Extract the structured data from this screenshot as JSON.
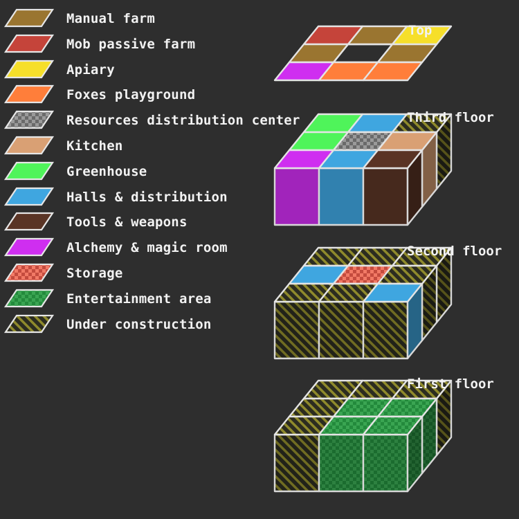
{
  "legend": [
    {
      "key": "manual",
      "label": "Manual farm",
      "color": "#9a7530",
      "pattern": "solid"
    },
    {
      "key": "mob",
      "label": "Mob passive farm",
      "color": "#c5443a",
      "pattern": "solid"
    },
    {
      "key": "apiary",
      "label": "Apiary",
      "color": "#f6df2a",
      "pattern": "solid"
    },
    {
      "key": "foxes",
      "label": "Foxes playground",
      "color": "#ff7e3a",
      "pattern": "solid"
    },
    {
      "key": "resources",
      "label": "Resources distribution center",
      "color": "#8a8a8a",
      "pattern": "checker"
    },
    {
      "key": "kitchen",
      "label": "Kitchen",
      "color": "#d9a074",
      "pattern": "solid"
    },
    {
      "key": "greenhouse",
      "label": "Greenhouse",
      "color": "#4ff45a",
      "pattern": "solid"
    },
    {
      "key": "halls",
      "label": "Halls & distribution",
      "color": "#3fa6e0",
      "pattern": "solid"
    },
    {
      "key": "tools",
      "label": "Tools & weapons",
      "color": "#5a3425",
      "pattern": "solid"
    },
    {
      "key": "alchemy",
      "label": "Alchemy & magic room",
      "color": "#cf2ef0",
      "pattern": "solid"
    },
    {
      "key": "storage",
      "label": "Storage",
      "color": "#f06a58",
      "pattern": "checker"
    },
    {
      "key": "entertainment",
      "label": "Entertainment area",
      "color": "#2e9a46",
      "pattern": "checker"
    },
    {
      "key": "construction",
      "label": "Under construction",
      "color": "#6e6a26",
      "pattern": "stripes"
    }
  ],
  "floors": [
    {
      "name": "Top",
      "has_sides": false,
      "grid": [
        [
          "mob",
          "manual",
          "apiary"
        ],
        [
          "manual",
          "empty",
          "manual"
        ],
        [
          "alchemy",
          "foxes",
          "foxes"
        ]
      ],
      "front": [],
      "right": []
    },
    {
      "name": "Third floor",
      "has_sides": true,
      "grid": [
        [
          "greenhouse",
          "halls",
          "construction"
        ],
        [
          "greenhouse",
          "resources",
          "kitchen"
        ],
        [
          "alchemy",
          "halls",
          "tools"
        ]
      ],
      "front": [
        "alchemy",
        "halls",
        "tools"
      ],
      "right": [
        "construction",
        "kitchen",
        "tools"
      ]
    },
    {
      "name": "Second floor",
      "has_sides": true,
      "grid": [
        [
          "construction",
          "construction",
          "construction"
        ],
        [
          "halls",
          "storage",
          "construction"
        ],
        [
          "construction",
          "construction",
          "halls"
        ]
      ],
      "front": [
        "construction",
        "construction",
        "construction"
      ],
      "right": [
        "construction",
        "construction",
        "halls"
      ]
    },
    {
      "name": "First floor",
      "has_sides": true,
      "grid": [
        [
          "construction",
          "construction",
          "construction"
        ],
        [
          "construction",
          "entertainment",
          "entertainment"
        ],
        [
          "construction",
          "entertainment",
          "entertainment"
        ]
      ],
      "front": [
        "construction",
        "entertainment",
        "entertainment"
      ],
      "right": [
        "construction",
        "entertainment",
        "entertainment"
      ]
    }
  ]
}
